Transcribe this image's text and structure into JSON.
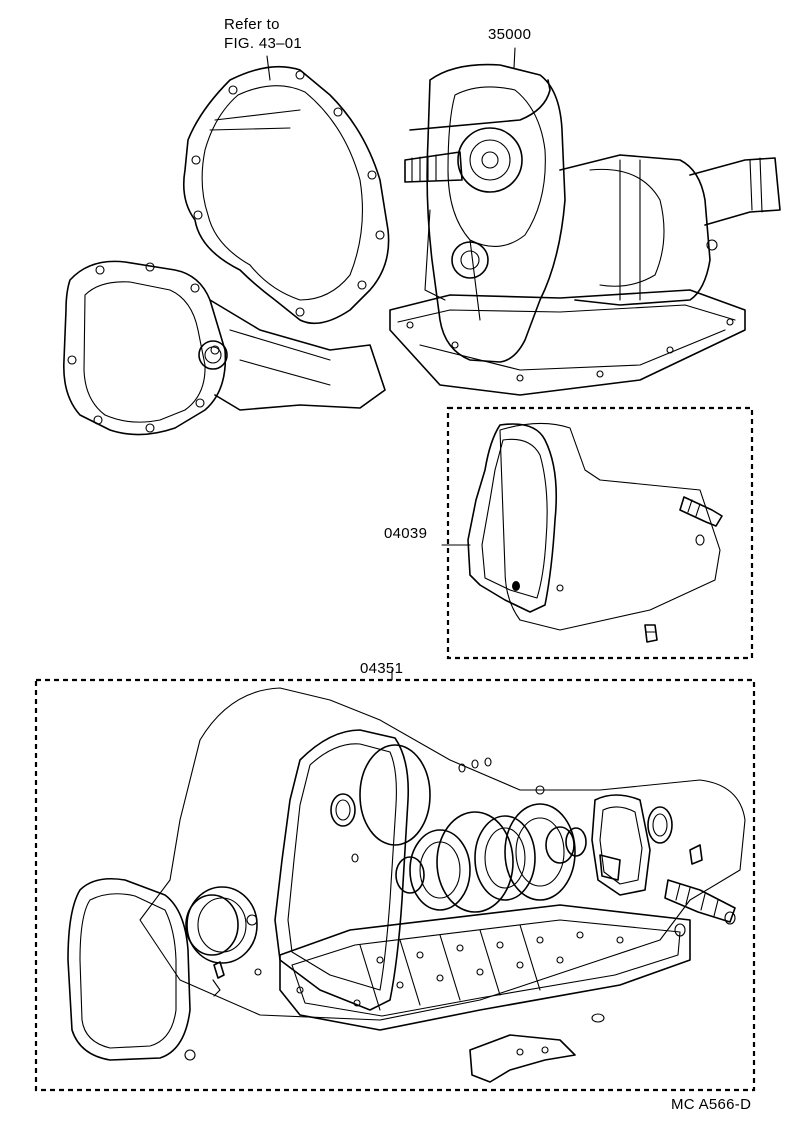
{
  "callouts": {
    "refer_line1": "Refer to",
    "refer_line2": "FIG. 43–01",
    "part_35000": "35000",
    "part_04039": "04039",
    "part_04351": "04351",
    "figure_code": "MC A566-D"
  },
  "colors": {
    "ink": "#000000",
    "paper": "#ffffff"
  }
}
